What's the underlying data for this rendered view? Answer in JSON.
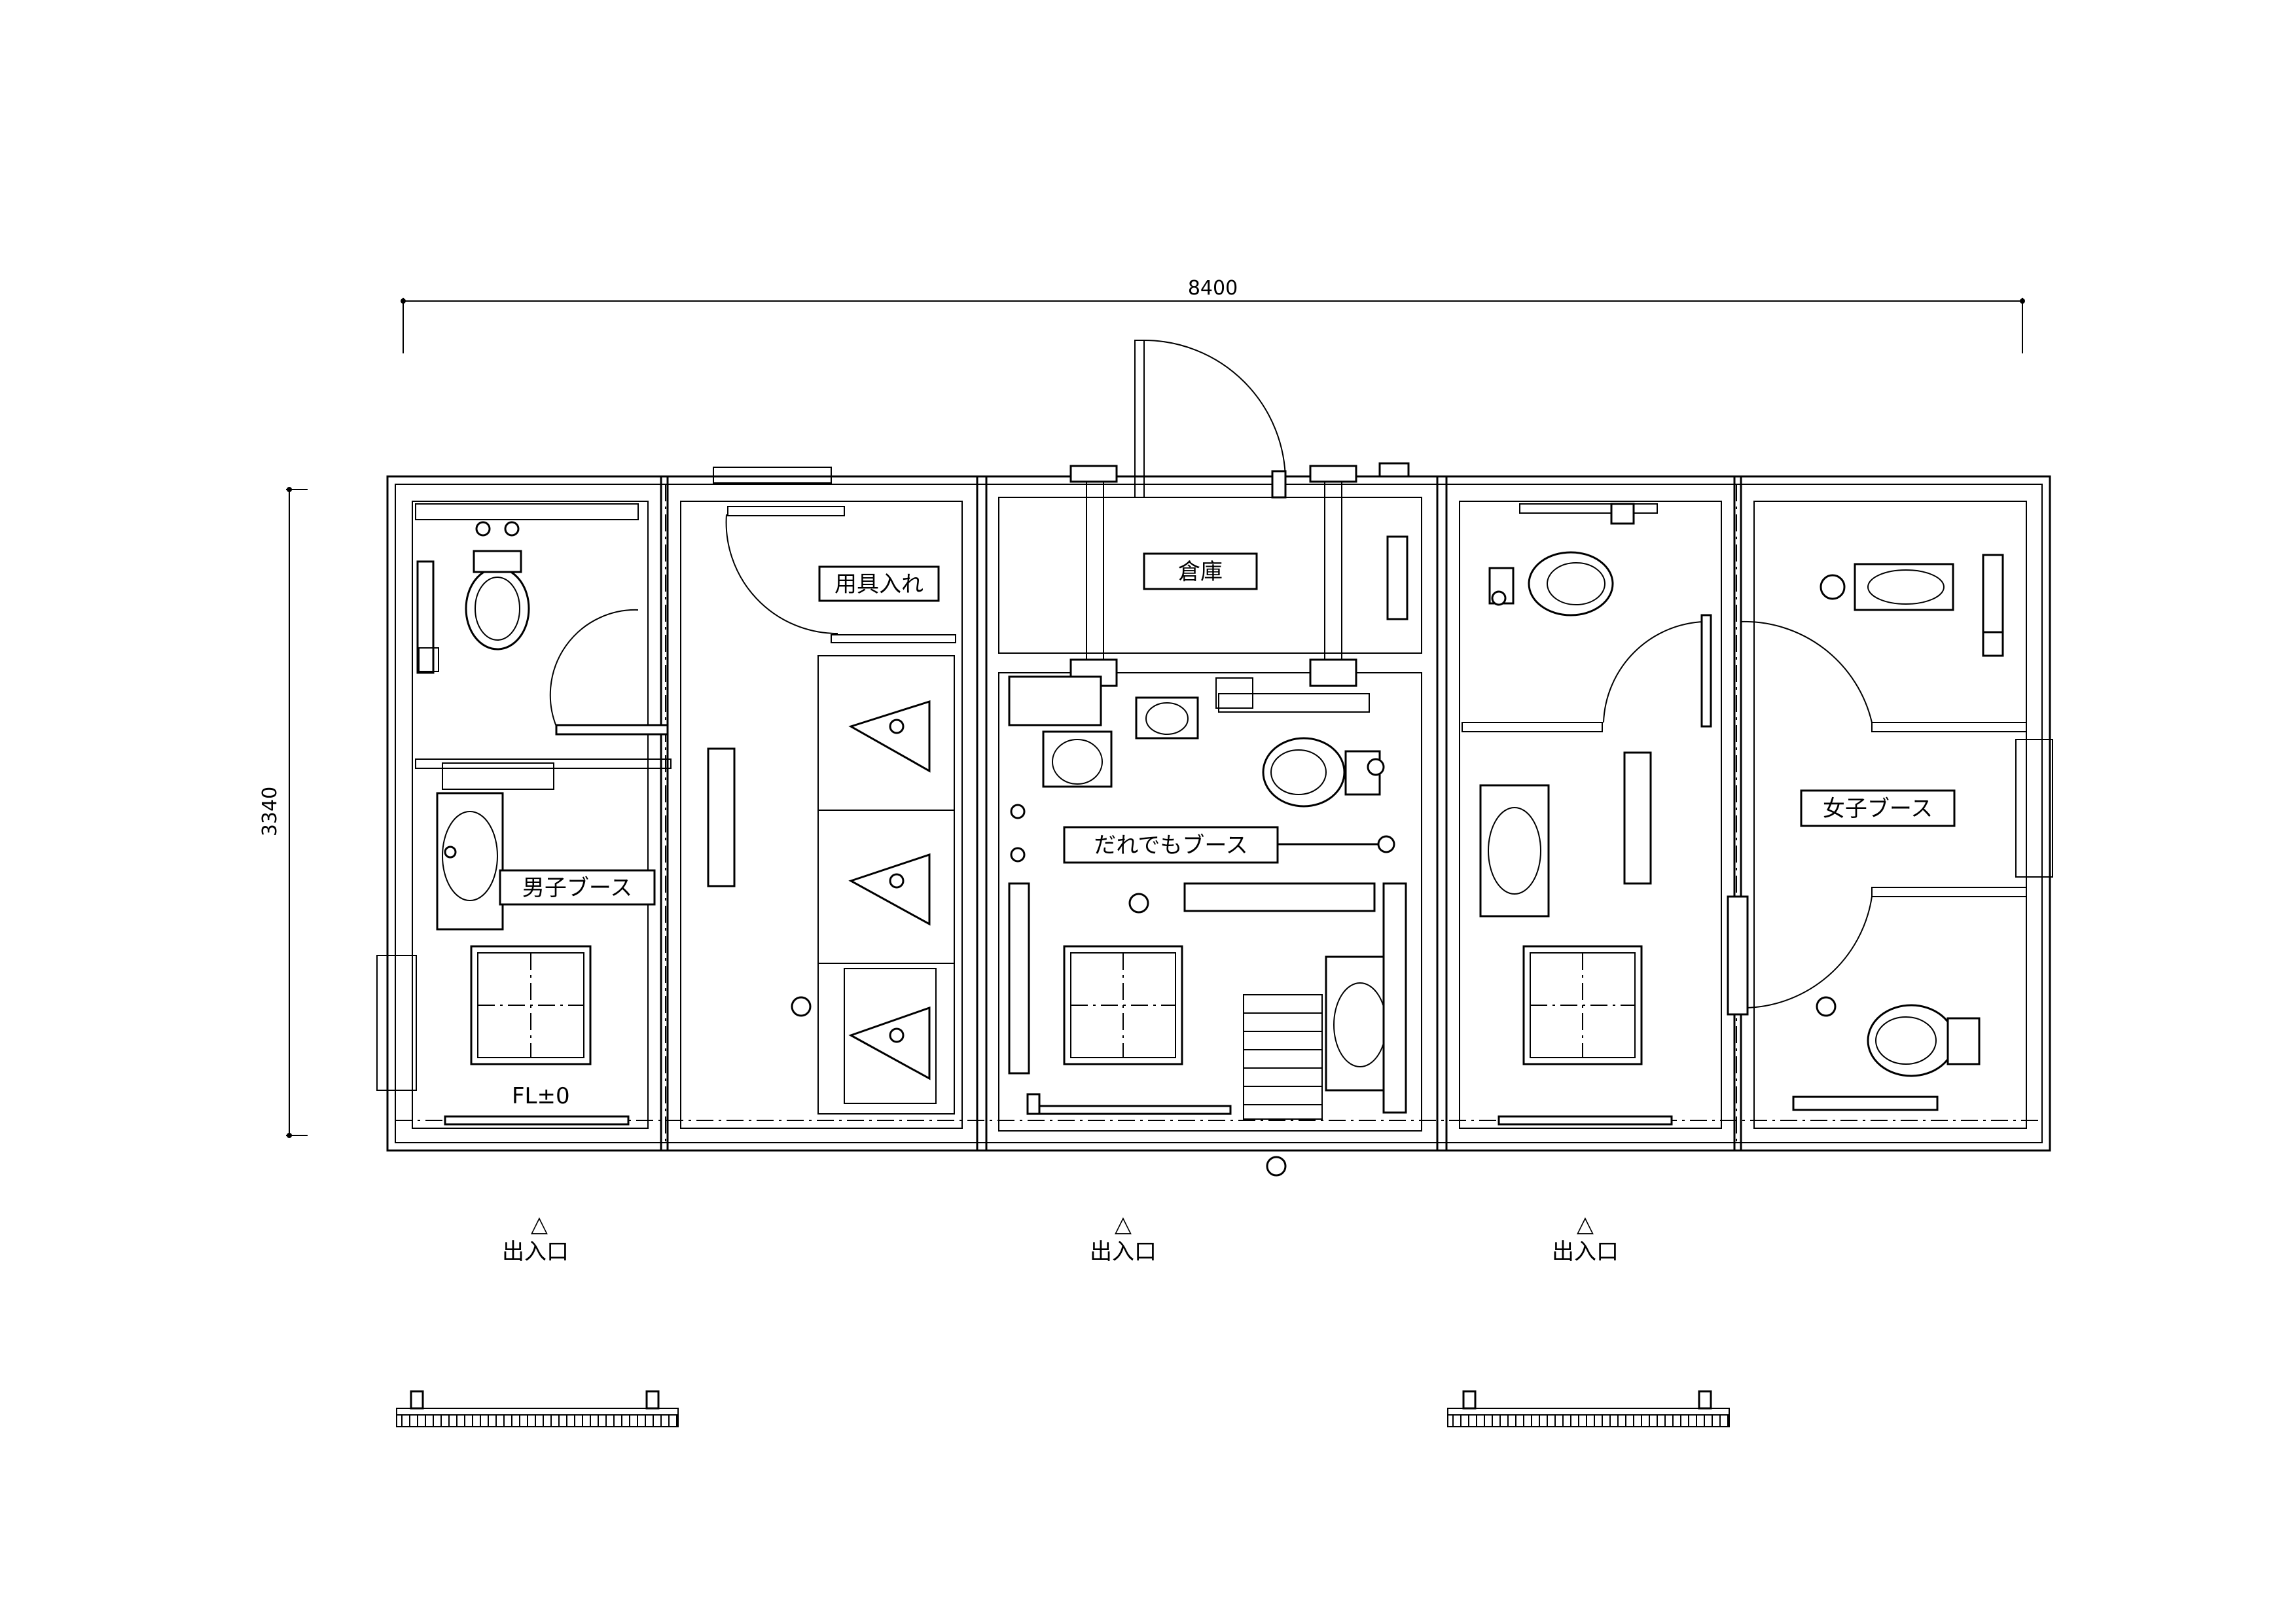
{
  "dimensions": {
    "width": "8400",
    "height": "3340"
  },
  "rooms": {
    "mens": "男子ブース",
    "tools": "用具入れ",
    "storage": "倉庫",
    "universal": "だれでもブース",
    "womens": "女子ブース"
  },
  "floor_level": "FL±0",
  "entrances": [
    {
      "marker": "△",
      "label": "出入口"
    },
    {
      "marker": "△",
      "label": "出入口"
    },
    {
      "marker": "△",
      "label": "出入口"
    }
  ]
}
